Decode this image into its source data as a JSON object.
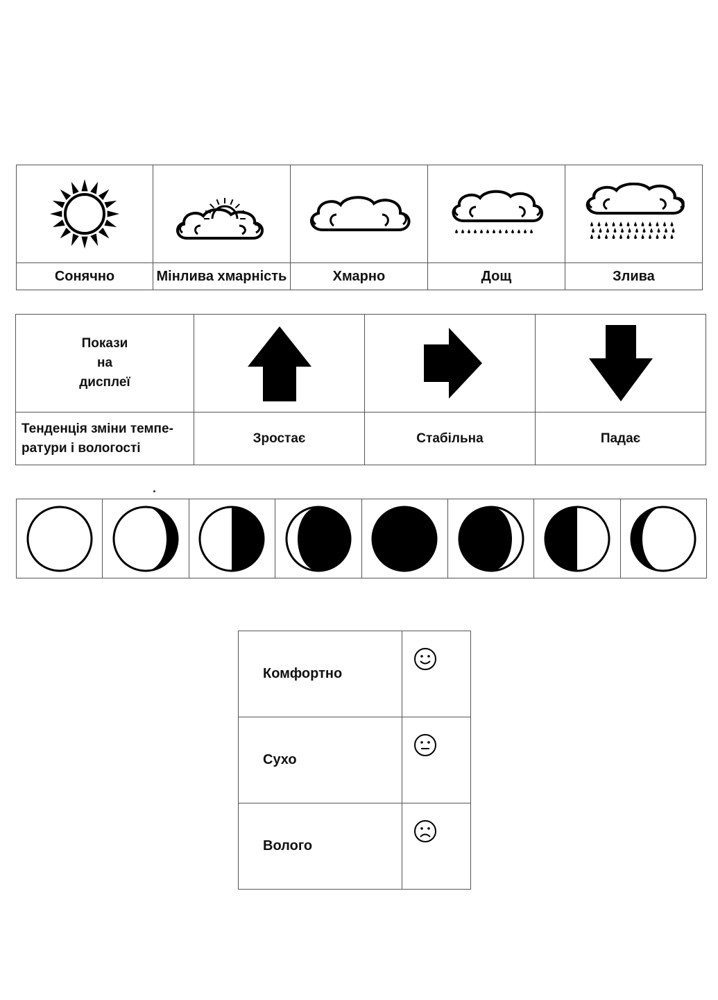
{
  "weather": {
    "items": [
      {
        "label": "Сонячно",
        "icon": "sun-icon"
      },
      {
        "label": "Мінлива хмарність",
        "icon": "partly-cloudy-icon"
      },
      {
        "label": "Хмарно",
        "icon": "cloud-icon"
      },
      {
        "label": "Дощ",
        "icon": "rain-icon"
      },
      {
        "label": "Злива",
        "icon": "heavy-rain-icon"
      }
    ]
  },
  "trend": {
    "display_header": [
      "Покази",
      "на",
      "дисплеї"
    ],
    "tendency_label": [
      "Тенденція зміни темпе-",
      "ратури і вологості"
    ],
    "items": [
      {
        "label": "Зростає",
        "icon": "arrow-up-icon"
      },
      {
        "label": "Стабільна",
        "icon": "arrow-right-icon"
      },
      {
        "label": "Падає",
        "icon": "arrow-down-icon"
      }
    ]
  },
  "moon": {
    "phases": [
      "new-moon-icon",
      "waxing-crescent-icon",
      "first-quarter-icon",
      "waxing-gibbous-icon",
      "full-moon-icon",
      "waning-gibbous-icon",
      "last-quarter-icon",
      "waning-crescent-icon"
    ]
  },
  "comfort": {
    "items": [
      {
        "label": "Комфортно",
        "icon": "smiley-happy-icon"
      },
      {
        "label": "Сухо",
        "icon": "smiley-neutral-icon"
      },
      {
        "label": "Волого",
        "icon": "smiley-sad-icon"
      }
    ]
  }
}
